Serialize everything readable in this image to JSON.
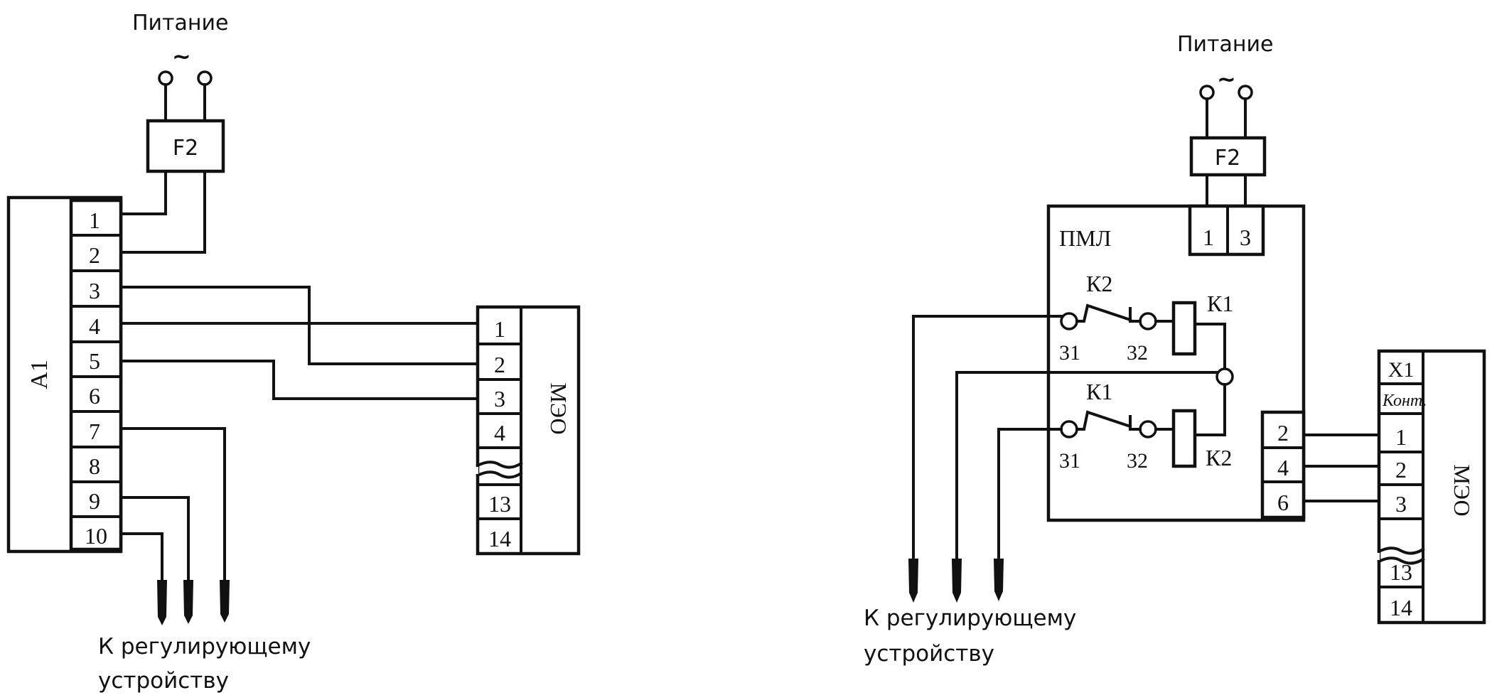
{
  "left": {
    "power_label": "Питание",
    "ac_symbol": "~",
    "fuse_label": "F2",
    "controller_label": "A1",
    "controller_terminals": [
      "1",
      "2",
      "3",
      "4",
      "5",
      "6",
      "7",
      "8",
      "9",
      "10"
    ],
    "actuator_label": "МЭО",
    "actuator_terminals": [
      "1",
      "2",
      "3",
      "4",
      "13",
      "14"
    ],
    "output_label_line1": "К регулирующему",
    "output_label_line2": "устройству"
  },
  "right": {
    "power_label": "Питание",
    "ac_symbol": "~",
    "fuse_label": "F2",
    "starter_label": "ПМЛ",
    "starter_power_terminals": [
      "1",
      "3"
    ],
    "relay_k1_label": "К1",
    "relay_k2_label": "К2",
    "contact_k2_label": "К2",
    "contact_k1_label": "К1",
    "contact_in_label": "31",
    "contact_out_label": "32",
    "starter_out_terminals": [
      "2",
      "4",
      "6"
    ],
    "actuator_label": "МЭО",
    "connector_label": "X1",
    "connector_sublabel": "Конт.",
    "actuator_terminals": [
      "1",
      "2",
      "3",
      "13",
      "14"
    ],
    "output_label_line1": "К регулирующему",
    "output_label_line2": "устройству"
  }
}
